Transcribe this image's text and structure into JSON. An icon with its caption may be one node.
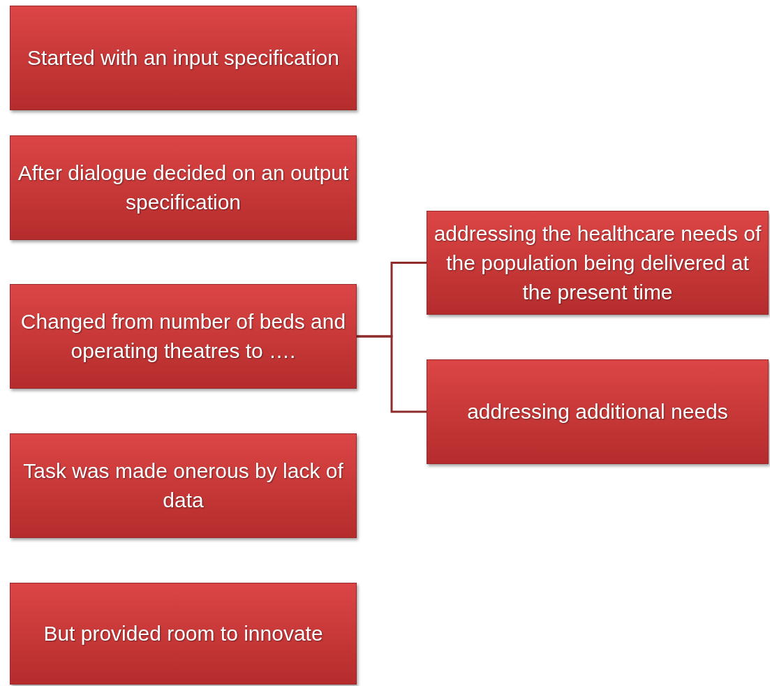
{
  "diagram": {
    "nodes": [
      {
        "text": [
          "Started with an input specification"
        ]
      },
      {
        "text": [
          "After dialogue decided on an output specification"
        ]
      },
      {
        "text": [
          "Changed from number of beds and operating theatres to …."
        ]
      },
      {
        "text": [
          "Task was made onerous by lack of data"
        ]
      },
      {
        "text": [
          "But provided room to innovate"
        ]
      },
      {
        "text": [
          "addressing the healthcare needs of the population being delivered at the present time"
        ]
      },
      {
        "text": [
          "addressing additional needs"
        ]
      }
    ],
    "edges": [
      {
        "from": 2,
        "to": 5,
        "arrow": "none"
      },
      {
        "from": 2,
        "to": 6,
        "arrow": "none"
      }
    ]
  }
}
